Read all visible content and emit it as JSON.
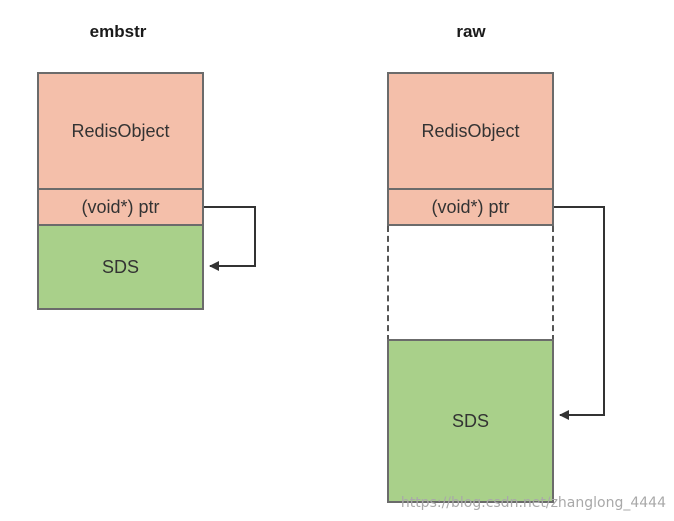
{
  "left": {
    "title": "embstr",
    "redis_object": "RedisObject",
    "ptr": "(void*) ptr",
    "sds": "SDS"
  },
  "right": {
    "title": "raw",
    "redis_object": "RedisObject",
    "ptr": "(void*) ptr",
    "sds": "SDS"
  },
  "colors": {
    "object": "#f4bfaa",
    "sds": "#a9d08a",
    "border": "#6b6b6b",
    "arrow": "#333333"
  },
  "watermark": "https://blog.csdn.net/zhanglong_4444"
}
